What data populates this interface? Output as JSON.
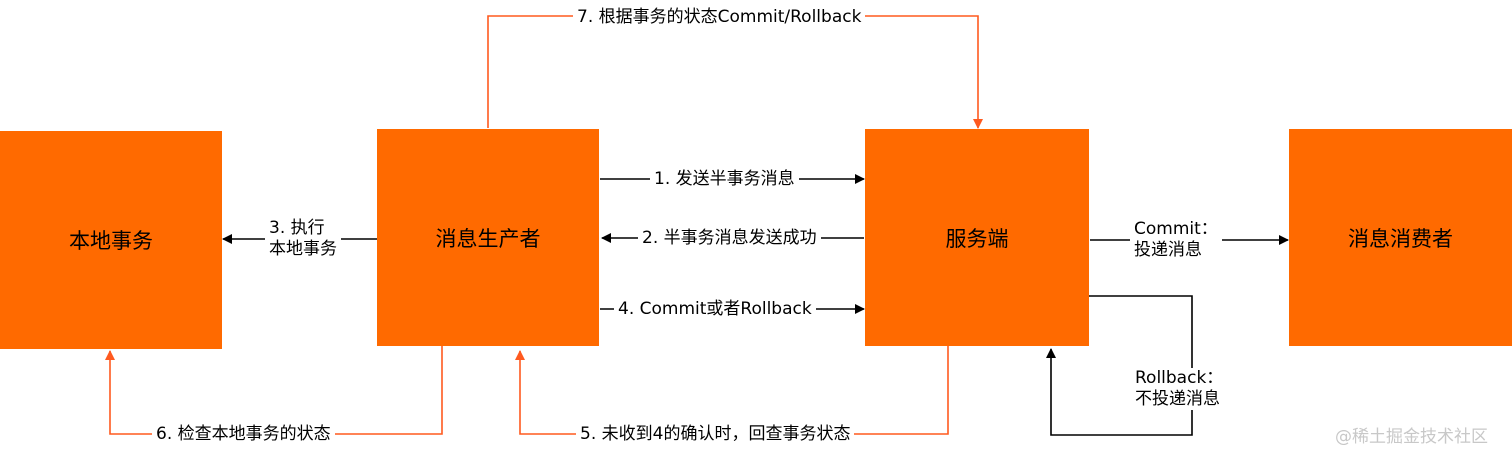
{
  "colors": {
    "box": "#ff6a00",
    "orange_line": "#ff5a1f",
    "black_line": "#000000"
  },
  "nodes": {
    "local_tx": "本地事务",
    "producer": "消息生产者",
    "server": "服务端",
    "consumer": "消息消费者"
  },
  "edges": {
    "step1": "1. 发送半事务消息",
    "step2": "2. 半事务消息发送成功",
    "step3_line1": "3. 执行",
    "step3_line2": "本地事务",
    "step4": "4. Commit或者Rollback",
    "step5": "5. 未收到4的确认时，回查事务状态",
    "step6": "6. 检查本地事务的状态",
    "step7": "7. 根据事务的状态Commit/Rollback",
    "commit_line1": "Commit：",
    "commit_line2": "投递消息",
    "rollback_line1": "Rollback：",
    "rollback_line2": "不投递消息"
  },
  "watermark": "@稀土掘金技术社区"
}
